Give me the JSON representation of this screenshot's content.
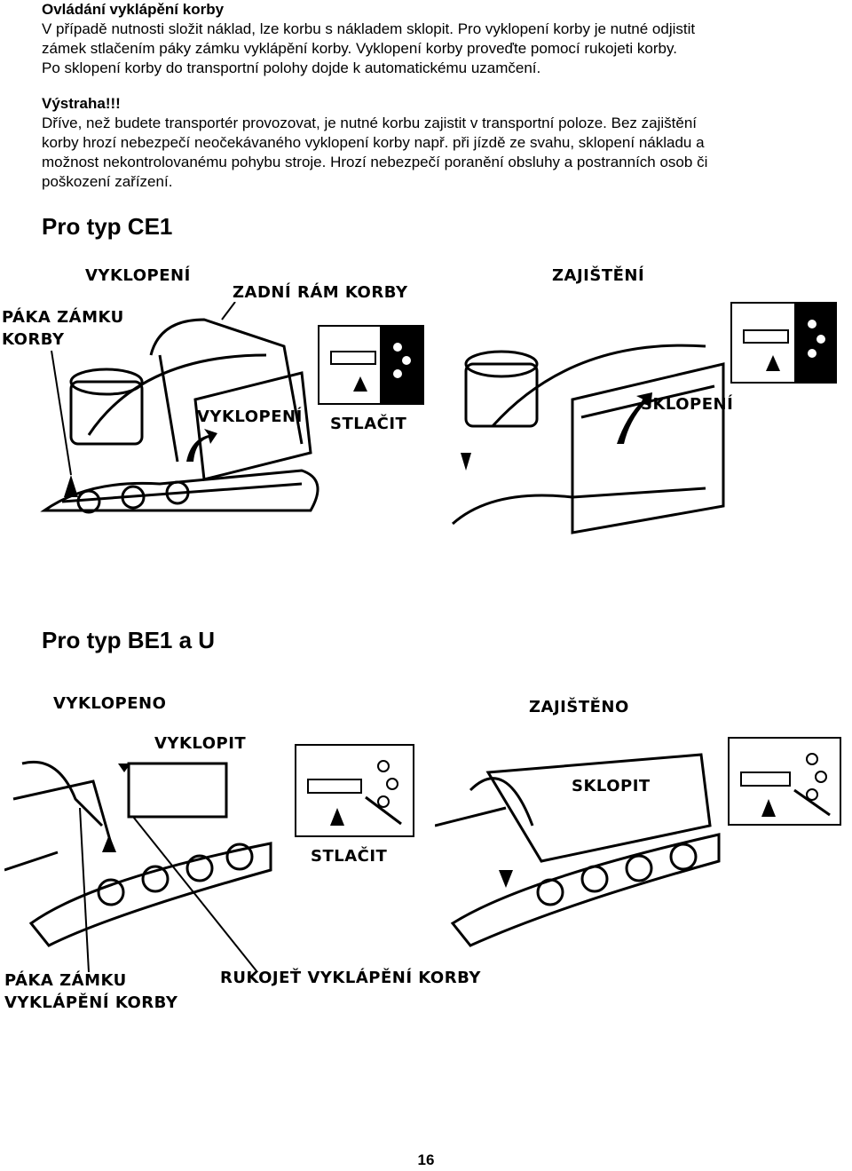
{
  "intro": {
    "heading": "Ovládání vyklápění korby",
    "lines": [
      "V případě nutnosti složit náklad, lze korbu s nákladem sklopit. Pro vyklopení korby je nutné odjistit",
      "zámek stlačením páky zámku vyklápění korby. Vyklopení korby proveďte pomocí rukojeti korby.",
      "Po sklopení korby do transportní polohy dojde k automatickému uzamčení."
    ]
  },
  "warning": {
    "heading": "Výstraha!!!",
    "lines": [
      "Dříve, než budete transportér provozovat, je nutné korbu zajistit v transportní poloze. Bez zajištění",
      "korby hrozí nebezpečí neočekávaného vyklopení korby např. při jízdě ze svahu, sklopení nákladu a",
      "možnost nekontrolovanému pohybu stroje. Hrozí nebezpečí poranění obsluhy a postranních osob či",
      "poškození zařízení."
    ]
  },
  "section_ce1": {
    "title": "Pro typ CE1",
    "labels": {
      "vyklopeni_top": "VYKLOPENÍ",
      "zadni_ram": "ZADNÍ RÁM KORBY",
      "paka_1": "PÁKA ZÁMKU",
      "paka_2": "KORBY",
      "vyklopeni_mid": "VYKLOPENÍ",
      "stlacit": "STLAČIT",
      "zajisteni": "ZAJIŠTĚNÍ",
      "sklopeni": "SKLOPENÍ"
    }
  },
  "section_be1": {
    "title": "Pro typ BE1 a U",
    "labels": {
      "vyklopeno": "VYKLOPENO",
      "vyklopit": "VYKLOPIT",
      "stlacit": "STLAČIT",
      "zajisteno": "ZAJIŠTĚNO",
      "sklopit": "SKLOPIT",
      "paka_1": "PÁKA ZÁMKU",
      "paka_2": "VYKLÁPĚNÍ KORBY",
      "rukojet": "RUKOJEŤ VYKLÁPĚNÍ KORBY"
    }
  },
  "page_number": "16"
}
